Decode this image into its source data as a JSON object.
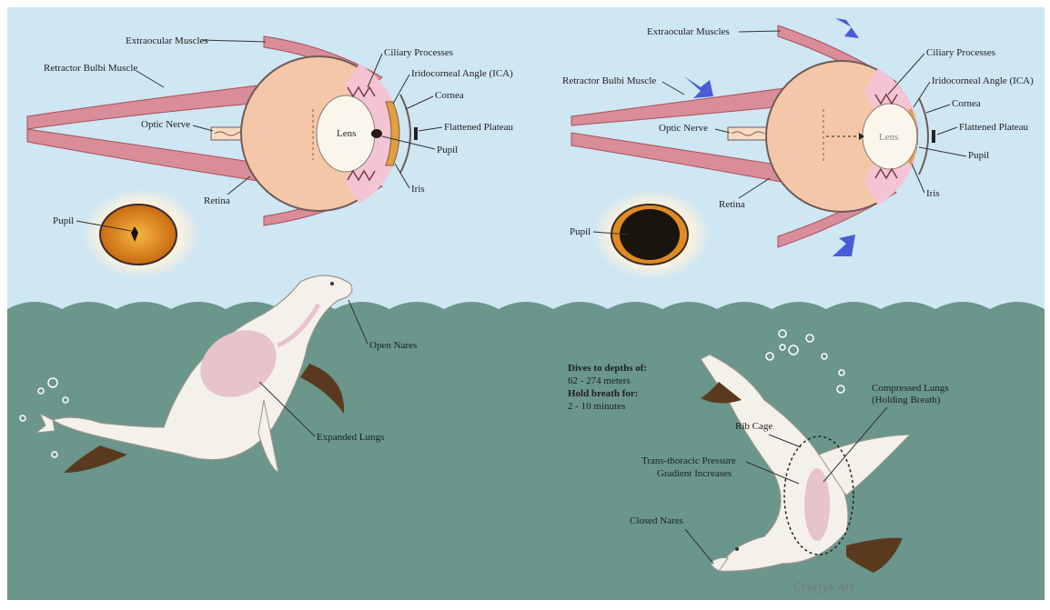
{
  "colors": {
    "sky": "#cfe6f3",
    "water": "#6a968c",
    "muscle": "#d98d98",
    "muscle_line": "#a8505c",
    "eyeball": "#f4c7a8",
    "sclera_edge": "#6e5a5a",
    "lens": "#fbf6ec",
    "iris": "#e0a040",
    "pupil": "#2a1a10",
    "arrow": "#4a5bd8",
    "seal": "#f4f1ea",
    "flipper": "#5a3a1e",
    "lung": "#e7c3cc"
  },
  "left_eye": {
    "labels": {
      "extraocular_muscles": "Extraocular Muscles",
      "retractor_bulbi": "Retractor Bulbi Muscle",
      "ciliary_processes": "Ciliary Processes",
      "ica": "Iridocorneal Angle (ICA)",
      "cornea": "Cornea",
      "optic_nerve": "Optic Nerve",
      "flattened_plateau": "Flattened Plateau",
      "lens": "Lens",
      "pupil": "Pupil",
      "retina": "Retina",
      "iris": "Iris"
    },
    "pupil_label": "Pupil",
    "pupil_shape": "slit"
  },
  "right_eye": {
    "labels": {
      "extraocular_muscles": "Extraocular Muscles",
      "retractor_bulbi": "Retractor Bulbi Muscle",
      "ciliary_processes": "Ciliary Processes",
      "ica": "Iridocorneal Angle (ICA)",
      "cornea": "Cornea",
      "optic_nerve": "Optic Nerve",
      "flattened_plateau": "Flattened Plateau",
      "lens": "Lens",
      "pupil": "Pupil",
      "retina": "Retina",
      "iris": "Iris"
    },
    "pupil_label": "Pupil",
    "pupil_shape": "dilated"
  },
  "surface_seal": {
    "open_nares": "Open Nares",
    "expanded_lungs": "Expanded Lungs"
  },
  "diving_seal": {
    "dive_heading": "Dives to depths of:",
    "dive_depth": "62 - 274 meters",
    "breath_heading": "Hold breath for:",
    "breath_time": "2 - 10 minutes",
    "compressed_lungs_line1": "Compressed Lungs",
    "compressed_lungs_line2": "(Holding Breath)",
    "rib_cage": "Rib Cage",
    "pressure_line1": "Trans-thoracic Pressure",
    "pressure_line2": "Gradient Increases",
    "closed_nares": "Closed Nares"
  },
  "signature": "Crettys Art"
}
